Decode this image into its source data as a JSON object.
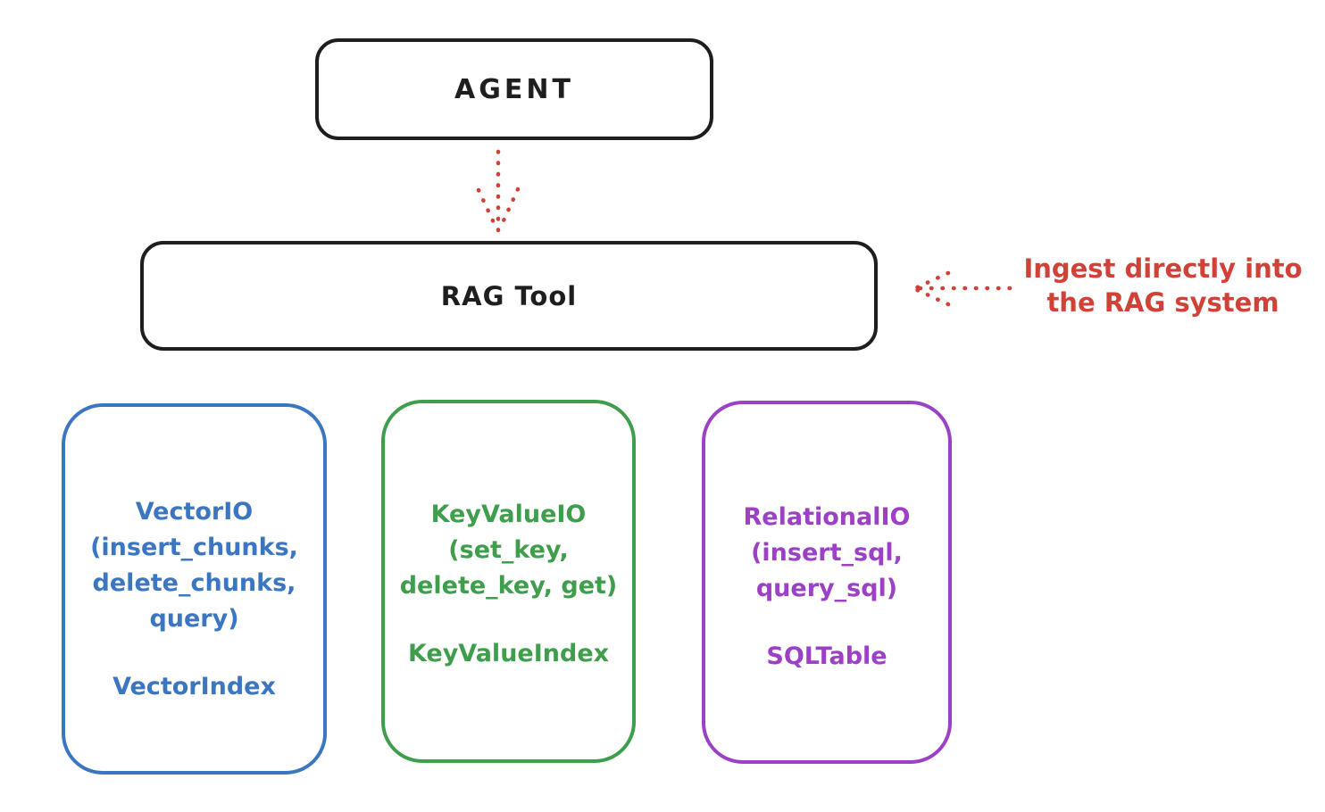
{
  "colors": {
    "ink": "#1e1e1e",
    "red": "#d04238",
    "blue": "#3b76c2",
    "green": "#3f9e4c",
    "purple": "#9c40c6",
    "background": "#ffffff"
  },
  "agent_box": {
    "label": "AGENT"
  },
  "rag_tool_box": {
    "label": "RAG Tool"
  },
  "annotation": {
    "line1": "Ingest directly into",
    "line2": "the RAG system"
  },
  "storage_boxes": {
    "vector": {
      "io_line1": "VectorIO",
      "io_line2": "(insert_chunks,",
      "io_line3": "delete_chunks,",
      "io_line4": "query)",
      "index_label": "VectorIndex",
      "color": "#3b76c2"
    },
    "keyvalue": {
      "io_line1": "KeyValueIO",
      "io_line2": "(set_key,",
      "io_line3": "delete_key, get)",
      "index_label": "KeyValueIndex",
      "color": "#3f9e4c"
    },
    "relational": {
      "io_line1": "RelationalIO",
      "io_line2": "(insert_sql,",
      "io_line3": "query_sql)",
      "index_label": "SQLTable",
      "color": "#9c40c6"
    }
  }
}
